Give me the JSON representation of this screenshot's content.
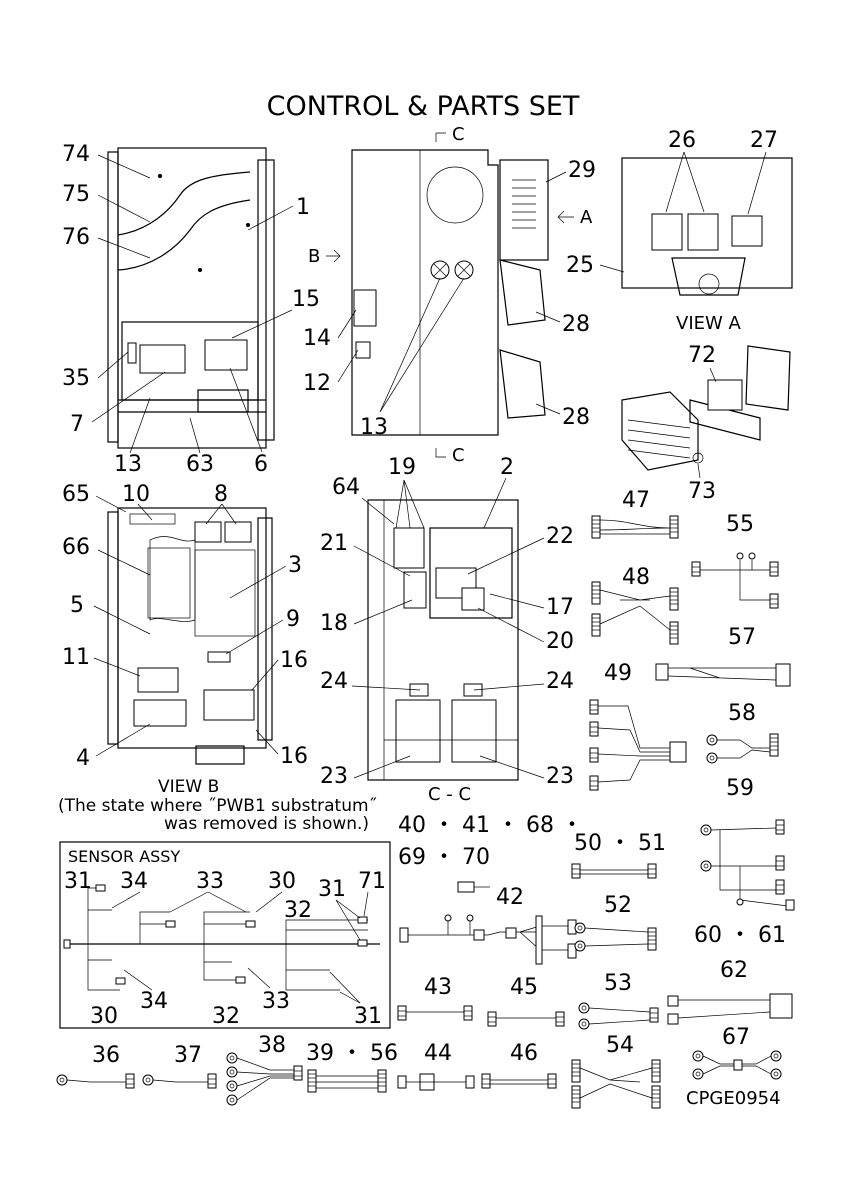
{
  "title": "CONTROL & PARTS SET",
  "code": "CPGE0954",
  "view_labels": {
    "view_a": "VIEW A",
    "view_b": "VIEW B",
    "view_b_note1": "(The state where ˝PWB1 substratum˝",
    "view_b_note2": "was removed is shown.)",
    "section_cc": "C - C",
    "arrow_c": "C",
    "arrow_a": "A",
    "arrow_b": "B",
    "sensor_assy": "SENSOR ASSY"
  },
  "callouts": {
    "n74": "74",
    "n75": "75",
    "n76": "76",
    "n1": "1",
    "n15": "15",
    "n35": "35",
    "n7": "7",
    "n13a": "13",
    "n63": "63",
    "n6": "6",
    "n14": "14",
    "n12": "12",
    "n13b": "13",
    "n29": "29",
    "n28a": "28",
    "n28b": "28",
    "n26": "26",
    "n27": "27",
    "n25": "25",
    "n72": "72",
    "n73": "73",
    "n65": "65",
    "n10": "10",
    "n8": "8",
    "n66": "66",
    "n3": "3",
    "n5": "5",
    "n9": "9",
    "n11": "11",
    "n16a": "16",
    "n4": "4",
    "n16b": "16",
    "n64": "64",
    "n19": "19",
    "n2": "2",
    "n21": "21",
    "n22": "22",
    "n18": "18",
    "n17": "17",
    "n20": "20",
    "n24a": "24",
    "n24b": "24",
    "n23a": "23",
    "n23b": "23",
    "n47": "47",
    "n55": "55",
    "n48": "48",
    "n57": "57",
    "n49": "49",
    "n58": "58",
    "n59": "59",
    "n40": "40 ・ 41 ・ 68 ・",
    "n69": "69 ・ 70",
    "n50": "50 ・ 51",
    "n42": "42",
    "n52": "52",
    "n60": "60 ・ 61",
    "n62": "62",
    "n43": "43",
    "n45": "45",
    "n53": "53",
    "s31a": "31",
    "s34a": "34",
    "s33a": "33",
    "s30a": "30",
    "s32a": "32",
    "s31b": "31",
    "s71": "71",
    "s30b": "30",
    "s34b": "34",
    "s32b": "32",
    "s33b": "33",
    "s31c": "31",
    "n36": "36",
    "n37": "37",
    "n38": "38",
    "n39": "39 ・ 56",
    "n44": "44",
    "n46": "46",
    "n54": "54",
    "n67": "67"
  }
}
